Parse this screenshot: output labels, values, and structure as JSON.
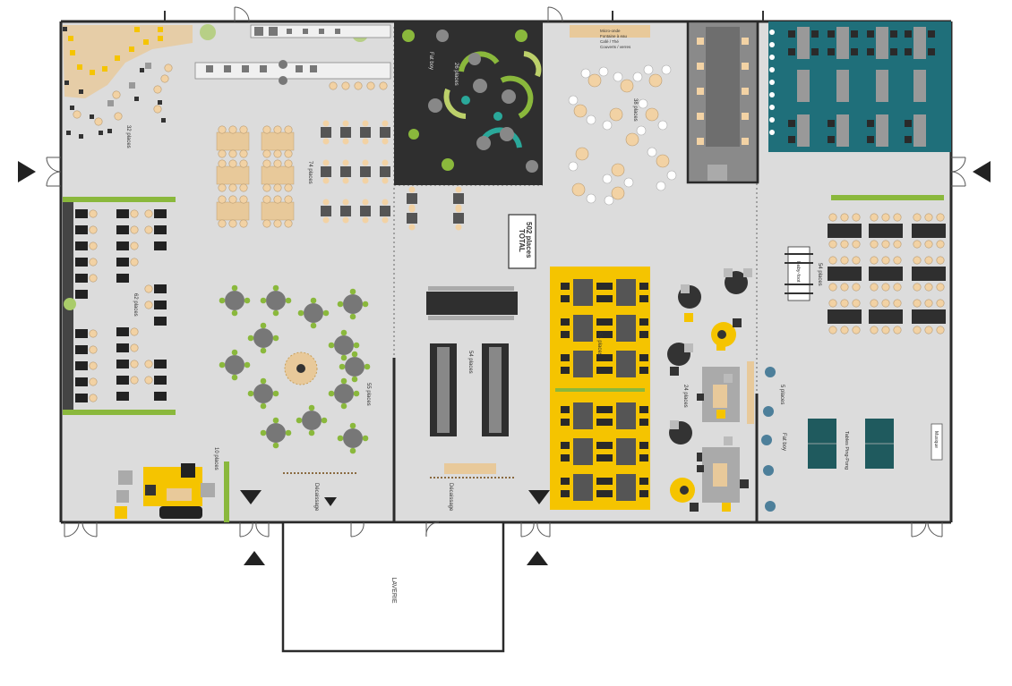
{
  "colors": {
    "floor": "#dcdcdc",
    "wall": "#2a2a2a",
    "dark_room": "#2f2f2f",
    "teal_room": "#1f6f7a",
    "yellow": "#f5c400",
    "table_grey": "#555555",
    "wood": "#e8c99a",
    "seat": "#f2d2a4",
    "green": "#8ab83c",
    "dark_seat": "#333333"
  },
  "labels": {
    "total_title": "TOTAL",
    "total_value": "502 places",
    "laverie": "LAVERIE",
    "decaissage_1": "Décaissage",
    "decaissage_2": "Décaissage",
    "micro_ondes": "Micro-onde",
    "fontaine": "Fontaine à eau",
    "cafe": "Café / Thé",
    "couverts": "Couverts / verres",
    "zone_32": "32 places",
    "zone_62": "62 places",
    "zone_55": "55 places",
    "zone_10": "10 places",
    "zone_74": "74 places",
    "zone_26": "26 places",
    "zone_38": "38 places",
    "zone_54a": "54 places",
    "zone_54b": "54 places",
    "zone_24": "24 places",
    "zone_5": "5 places",
    "zone_54c": "54 places",
    "babyfoot": "Baby-foot",
    "pingpong": "Tables Ping-Pong",
    "fatboy": "Fat boy",
    "musique": "Musique"
  },
  "icons": {
    "entrance_arrow": "triangle-arrow-icon",
    "door": "door-swing-icon"
  }
}
